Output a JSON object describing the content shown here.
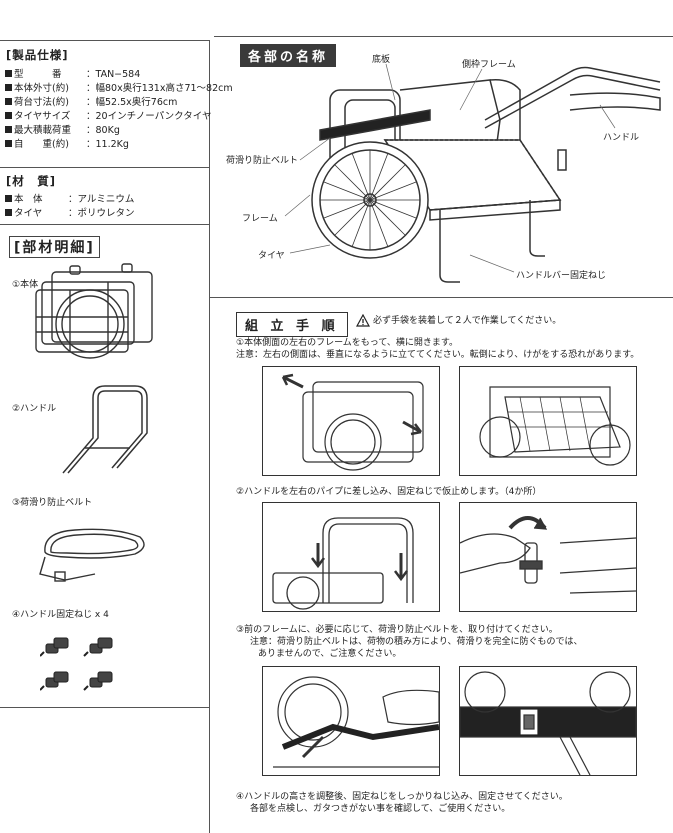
{
  "spec": {
    "title": "[製品仕様]",
    "rows": [
      {
        "key": "型　　　番",
        "value": "：TAN−584"
      },
      {
        "key": "本体外寸(約)",
        "value": "：幅80x奥行131x高さ71〜82cm"
      },
      {
        "key": "荷台寸法(約)",
        "value": "：幅52.5x奥行76cm"
      },
      {
        "key": "タイヤサイズ",
        "value": "：20インチノーパンクタイヤ"
      },
      {
        "key": "最大積載荷重",
        "value": "：80Kg"
      },
      {
        "key": "自　　重(約)",
        "value": "：11.2Kg"
      }
    ]
  },
  "material": {
    "title": "[材　質]",
    "rows": [
      {
        "key": "本　体",
        "value": "：アルミニウム"
      },
      {
        "key": "タイヤ",
        "value": "：ポリウレタン"
      }
    ]
  },
  "parts": {
    "title": "[部材明細]",
    "items": [
      {
        "label": "①本体"
      },
      {
        "label": "②ハンドル"
      },
      {
        "label": "③荷滑り防止ベルト"
      },
      {
        "label": "④ハンドル固定ねじ x 4"
      }
    ]
  },
  "names": {
    "title": "各部の名称",
    "callouts": {
      "floor": "底板",
      "side_frame": "側枠フレーム",
      "handle": "ハンドル",
      "belt": "荷滑り防止ベルト",
      "frame": "フレーム",
      "tire": "タイヤ",
      "handlebar_screw": "ハンドルバー固定ねじ"
    }
  },
  "assembly": {
    "title": "組 立 手 順",
    "warning_icon": "warning-triangle-icon",
    "warning": "必ず手袋を装着して２人で作業してください。",
    "step1": "①本体側面の左右のフレームをもって、横に開きます。",
    "step1_note": "注意：左右の側面は、垂直になるように立ててください。転倒により、けがをする恐れがあります。",
    "step2": "②ハンドルを左右のパイプに差し込み、固定ねじで仮止めします。（4か所）",
    "step3": "③前のフレームに、必要に応じて、荷滑り防止ベルトを、取り付けてください。",
    "step3_note_1": "注意：荷滑り防止ベルトは、荷物の積み方により、荷滑りを完全に防ぐものでは、",
    "step3_note_2": "ありませんので、ご注意ください。",
    "step4_1": "④ハンドルの高さを調整後、固定ねじをしっかりねじ込み、固定させてください。",
    "step4_2": "各部を点検し、ガタつきがない事を確認して、ご使用ください。"
  }
}
